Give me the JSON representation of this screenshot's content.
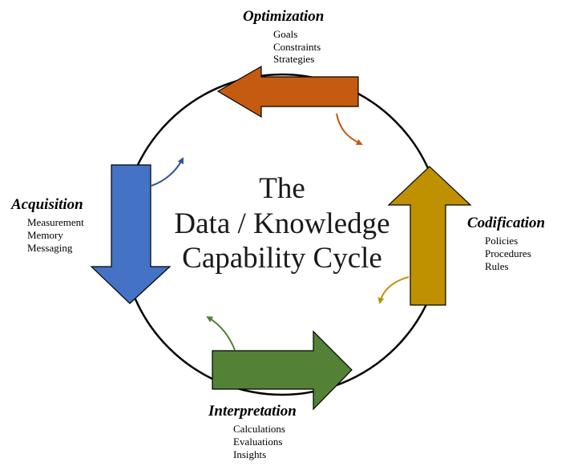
{
  "title_lines": [
    "The",
    "Data / Knowledge",
    "Capability Cycle"
  ],
  "colors": {
    "optimization": "#c55a11",
    "codification": "#bf9000",
    "interpretation": "#538135",
    "acquisition": "#4472c4",
    "circle": "#000000"
  },
  "phases": {
    "optimization": {
      "title": "Optimization",
      "items": [
        "Goals",
        "Constraints",
        "Strategies"
      ]
    },
    "codification": {
      "title": "Codification",
      "items": [
        "Policies",
        "Procedures",
        "Rules"
      ]
    },
    "interpretation": {
      "title": "Interpretation",
      "items": [
        "Calculations",
        "Evaluations",
        "Insights"
      ]
    },
    "acquisition": {
      "title": "Acquisition",
      "items": [
        "Measurement",
        "Memory",
        "Messaging"
      ]
    }
  }
}
